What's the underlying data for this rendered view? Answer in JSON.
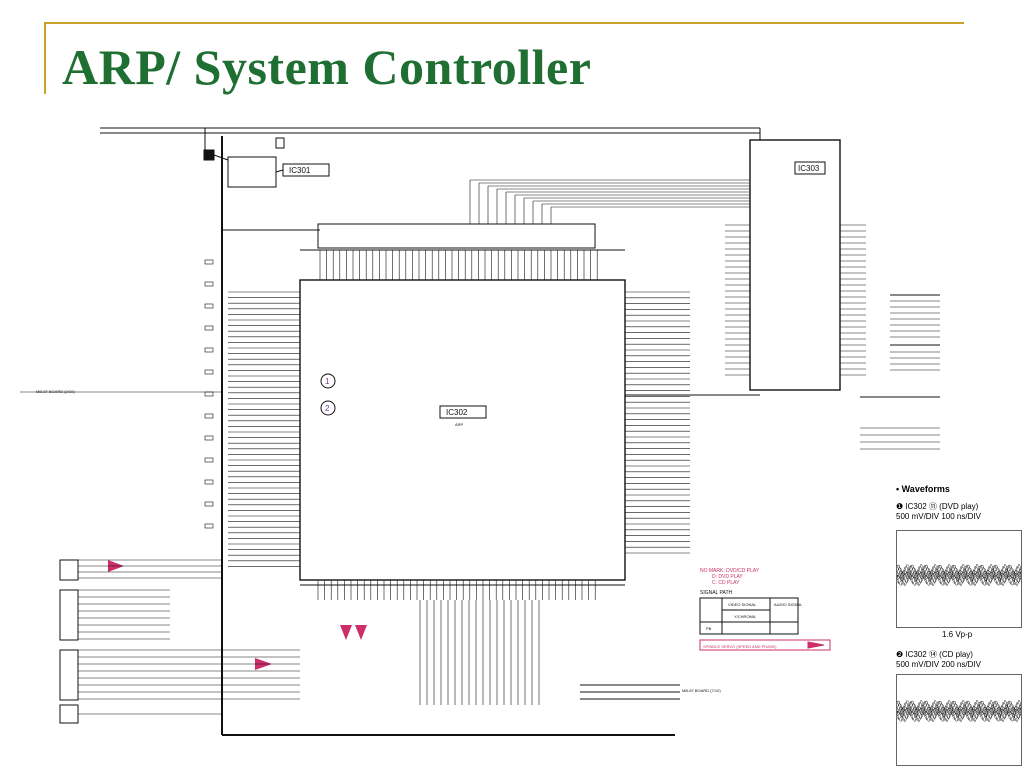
{
  "slide": {
    "title": "ARP/ System Controller"
  },
  "schematic": {
    "ic_labels": {
      "ic301": "IC301",
      "ic302": "IC302",
      "ic303": "IC303"
    },
    "ic302_sub": "ARP",
    "callouts": [
      "1",
      "2"
    ],
    "board_label_left": "MB-87 BOARD (2/10)",
    "board_label_bottom": "MB-87 BOARD (7/10)",
    "legend": {
      "mode_note": [
        "NO MARK: DVD/CD PLAY",
        "D: DVD PLAY",
        "C: CD PLAY"
      ],
      "signal_path": "SIGNAL PATH",
      "video_signal": "VIDEO SIGNAL",
      "audio_signal": "AUDIO SIGNAL",
      "y_chroma": "Y/CHROMA",
      "pb": "PB",
      "servo": "SPINDLE SERVO (SPEED AND PHASE)"
    },
    "colors": {
      "line": "#111111",
      "accent": "#cc2f6a",
      "rule": "#c9a227",
      "title": "#1f6e32"
    }
  },
  "waveforms": {
    "heading": "• Waveforms",
    "w1": {
      "caption": "❶ IC302 ⑪ (DVD play)",
      "scale": "500 mV/DIV   100 ns/DIV",
      "vpp": "1.6 Vp-p"
    },
    "w2": {
      "caption": "❷ IC302 ⑭ (CD play)",
      "scale": "500 mV/DIV   200 ns/DIV"
    }
  }
}
